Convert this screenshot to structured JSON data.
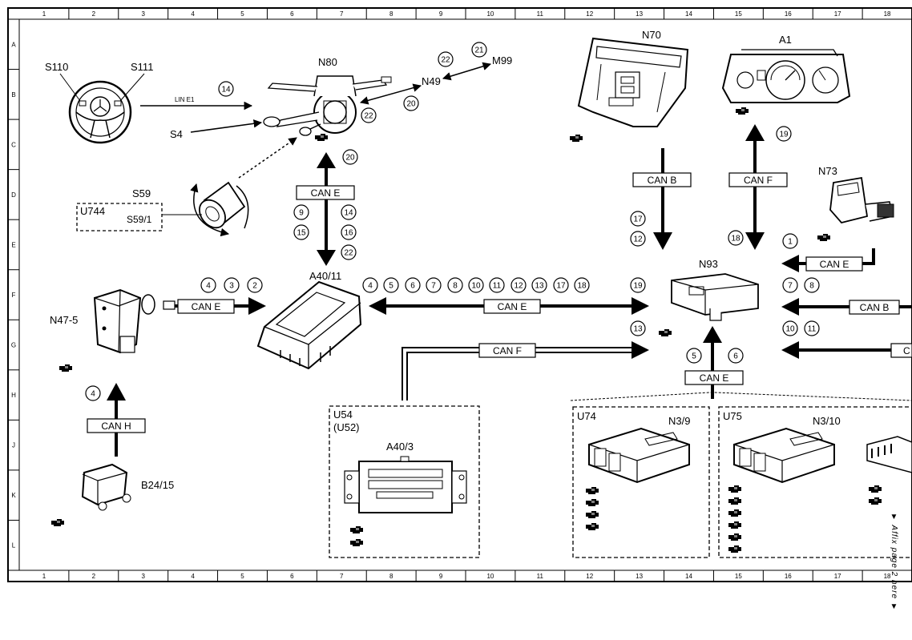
{
  "grid": {
    "columns": [
      "1",
      "2",
      "3",
      "4",
      "5",
      "6",
      "7",
      "8",
      "9",
      "10",
      "11",
      "12",
      "13",
      "14",
      "15",
      "16",
      "17",
      "18"
    ],
    "rows": [
      "A",
      "B",
      "C",
      "D",
      "E",
      "F",
      "G",
      "H",
      "J",
      "K",
      "L"
    ]
  },
  "components": {
    "s110": "S110",
    "s111": "S111",
    "n80": "N80",
    "s4": "S4",
    "n49": "N49",
    "m99": "M99",
    "s59": "S59",
    "u744": "U744",
    "s59_1": "S59/1",
    "n70": "N70",
    "a1": "A1",
    "n73": "N73",
    "n93": "N93",
    "a40_11": "A40/11",
    "n47_5": "N47-5",
    "b24_15": "B24/15",
    "u54": "U54",
    "u52": "(U52)",
    "a40_3": "A40/3",
    "u74": "U74",
    "n3_9": "N3/9",
    "u75": "U75",
    "n3_10": "N3/10"
  },
  "buses": {
    "lin_e1": "LIN E1",
    "can_e": "CAN E",
    "can_b": "CAN B",
    "can_f": "CAN F",
    "can_h": "CAN H"
  },
  "side_note": "▼ Affix page 2 here ▼",
  "icons": {
    "reference": "pointing-hand-icon",
    "truncated_label": "C"
  }
}
